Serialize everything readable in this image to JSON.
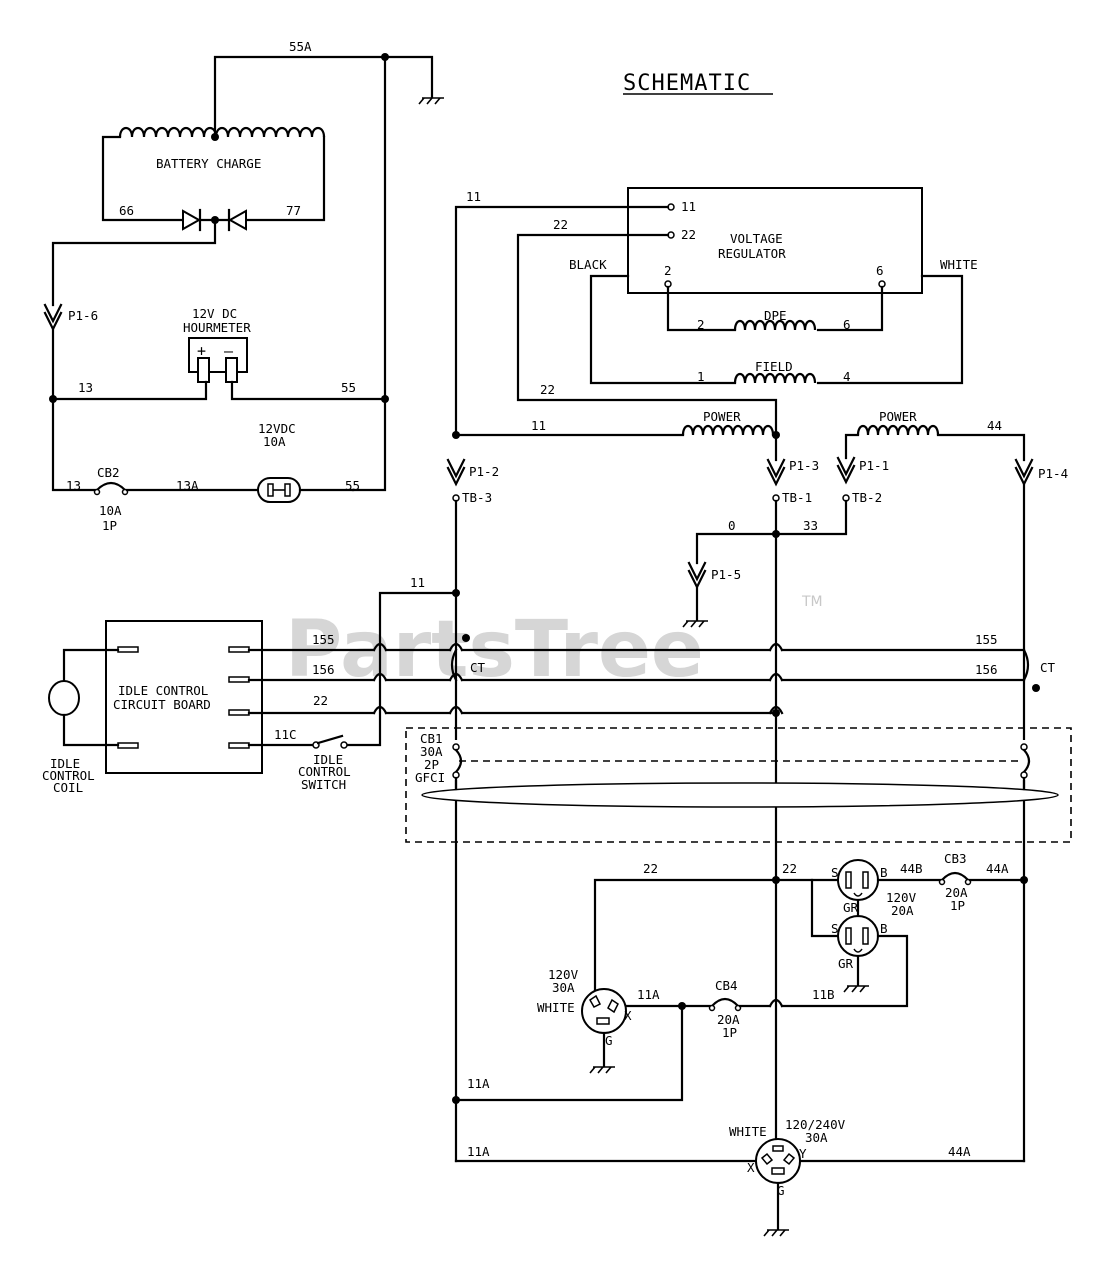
{
  "title": "SCHEMATIC",
  "watermark": {
    "text": "PartsTree",
    "tm": "TM"
  },
  "components": {
    "battery_charge": "BATTERY CHARGE",
    "hourmeter": [
      "12V DC",
      "HOURMETER"
    ],
    "voltage_regulator": [
      "VOLTAGE",
      "REGULATOR"
    ],
    "dpe": "DPE",
    "field": "FIELD",
    "power_left": "POWER",
    "power_right": "POWER",
    "idle_board": [
      "IDLE CONTROL",
      "CIRCUIT BOARD"
    ],
    "idle_coil": [
      "IDLE",
      "CONTROL",
      "COIL"
    ],
    "idle_switch": [
      "IDLE",
      "CONTROL",
      "SWITCH"
    ],
    "cb1": [
      "CB1",
      "30A",
      "2P",
      "GFCI"
    ],
    "cb2": {
      "name": "CB2",
      "rating": "10A",
      "poles": "1P"
    },
    "fuse": {
      "rating": [
        "12VDC",
        "10A"
      ]
    },
    "cb3": {
      "name": "CB3",
      "rating": "20A",
      "poles": "1P"
    },
    "cb4": {
      "name": "CB4",
      "rating": "20A",
      "poles": "1P"
    },
    "receptacle_30a": [
      "120V",
      "30A"
    ],
    "receptacle_20a": [
      "120V",
      "20A"
    ],
    "receptacle_twistlock": [
      "120/240V",
      "30A"
    ],
    "ct_left": "CT",
    "ct_right": "CT"
  },
  "connectors": {
    "p1_6": "P1-6",
    "p1_2": "P1-2",
    "p1_3": "P1-3",
    "p1_1": "P1-1",
    "p1_4": "P1-4",
    "p1_5": "P1-5",
    "tb_3": "TB-3",
    "tb_1": "TB-1",
    "tb_2": "TB-2"
  },
  "wires": {
    "w55a": "55A",
    "w66": "66",
    "w77": "77",
    "w13a": "13",
    "w55b": "55",
    "w13b": "13",
    "w13c": "13A",
    "w55c": "55",
    "w11_top": "11",
    "w22_top": "22",
    "black": "BLACK",
    "white": "WHITE",
    "vr_11": "11",
    "vr_22": "22",
    "vr_2": "2",
    "vr_6": "6",
    "dpe_2": "2",
    "dpe_6": "6",
    "field_1": "1",
    "field_4": "4",
    "w22_field": "22",
    "w11_power": "11",
    "w44": "44",
    "w0": "0",
    "w33": "33",
    "w11_idle": "11",
    "w155_l": "155",
    "w156_l": "156",
    "w22_idle": "22",
    "w11c": "11C",
    "w155_r": "155",
    "w156_r": "156",
    "w22_recep": "22",
    "w22_mid": "22",
    "w44b": "44B",
    "w44a_top": "44A",
    "w11a_cb4": "11A",
    "w11b": "11B",
    "w11a_left": "11A",
    "w11a_bottom": "11A",
    "w44a_bottom": "44A"
  },
  "pins": {
    "s1": "S",
    "b1": "B",
    "gr1": "GR",
    "s2": "S",
    "b2": "B",
    "gr2": "GR",
    "white_30a": "WHITE",
    "x_30a": "X",
    "g_30a": "G",
    "white_tl": "WHITE",
    "x_tl": "X",
    "y_tl": "Y",
    "g_tl": "G"
  }
}
